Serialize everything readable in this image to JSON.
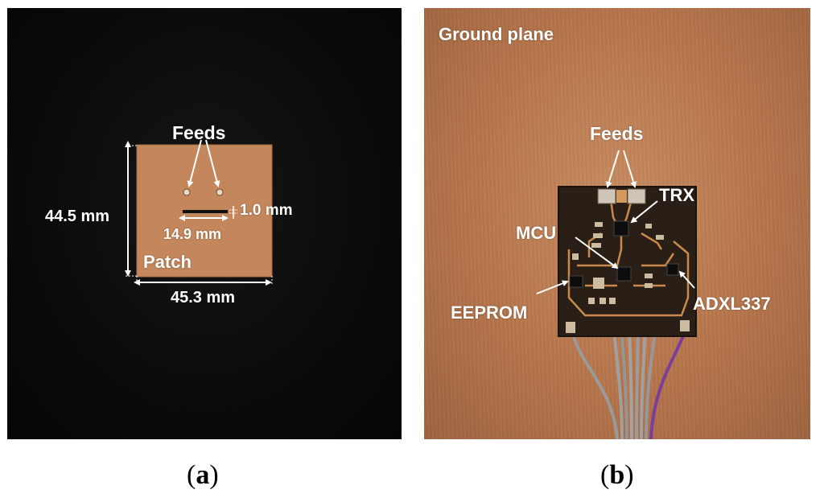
{
  "panel_a": {
    "feeds_label": "Feeds",
    "height_label": "44.5 mm",
    "width_label": "45.3 mm",
    "slot_length_label": "14.9 mm",
    "slot_width_label": "1.0 mm",
    "patch_label": "Patch",
    "caption_letter": "a"
  },
  "panel_b": {
    "ground_plane_label": "Ground plane",
    "feeds_label": "Feeds",
    "trx_label": "TRX",
    "mcu_label": "MCU",
    "eeprom_label": "EEPROM",
    "adxl_label": "ADXL337",
    "caption_letter": "b"
  },
  "colors": {
    "copper": "#c4865b",
    "black_substrate": "#0b0b0b",
    "pcb_dark": "#2a1f16",
    "trace": "#c98a4c",
    "cable": "#9a9a9a",
    "cable_purple": "#7a3f9a"
  }
}
